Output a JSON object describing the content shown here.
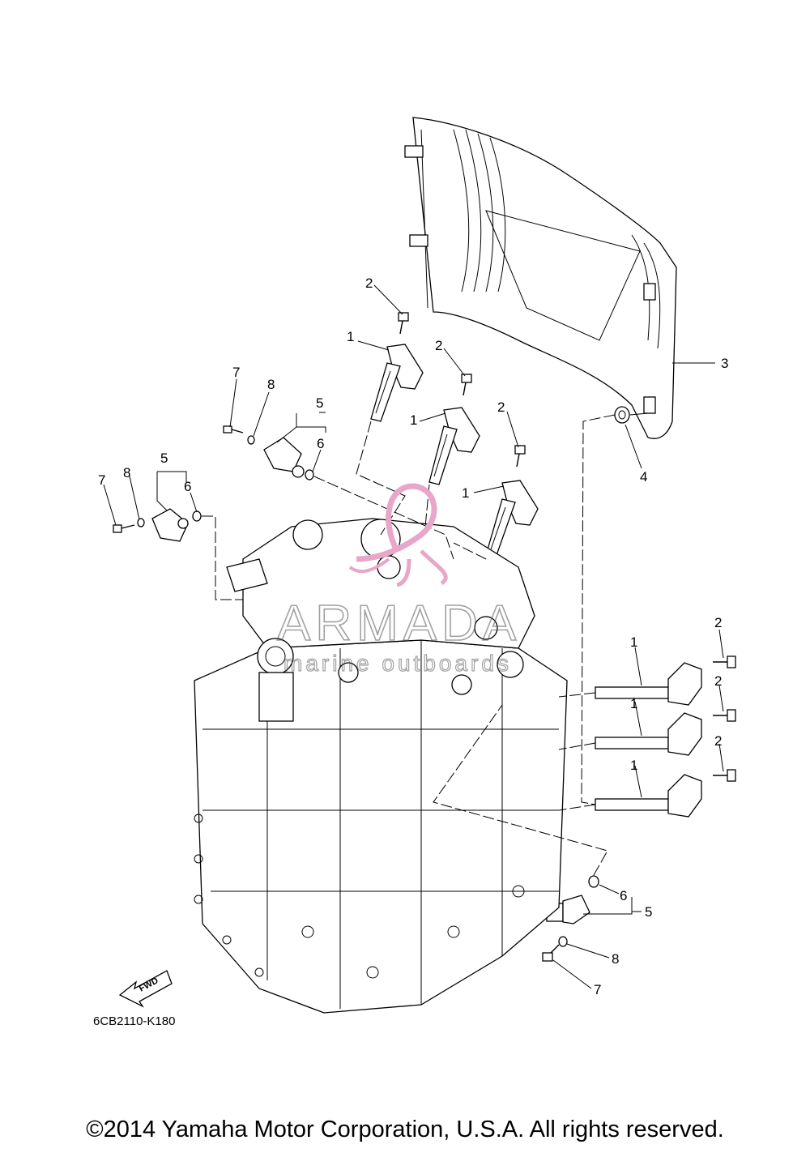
{
  "diagram_code": "6CB2110-K180",
  "fwd_label": "FWD",
  "watermark": {
    "brand": "ARMADA",
    "tagline": "marine outboards"
  },
  "copyright": "©2014 Yamaha Motor Corporation, U.S.A. All rights reserved.",
  "callouts": {
    "c1a": "1",
    "c1b": "1",
    "c1c": "1",
    "c1d": "1",
    "c1e": "1",
    "c1f": "1",
    "c2a": "2",
    "c2b": "2",
    "c2c": "2",
    "c2d": "2",
    "c2e": "2",
    "c2f": "2",
    "c3": "3",
    "c4": "4",
    "c5a": "5",
    "c5b": "5",
    "c5c": "5",
    "c6a": "6",
    "c6b": "6",
    "c6c": "6",
    "c7a": "7",
    "c7b": "7",
    "c7c": "7",
    "c8a": "8",
    "c8b": "8",
    "c8c": "8"
  },
  "colors": {
    "watermark_logo": "#e8a6c8"
  }
}
